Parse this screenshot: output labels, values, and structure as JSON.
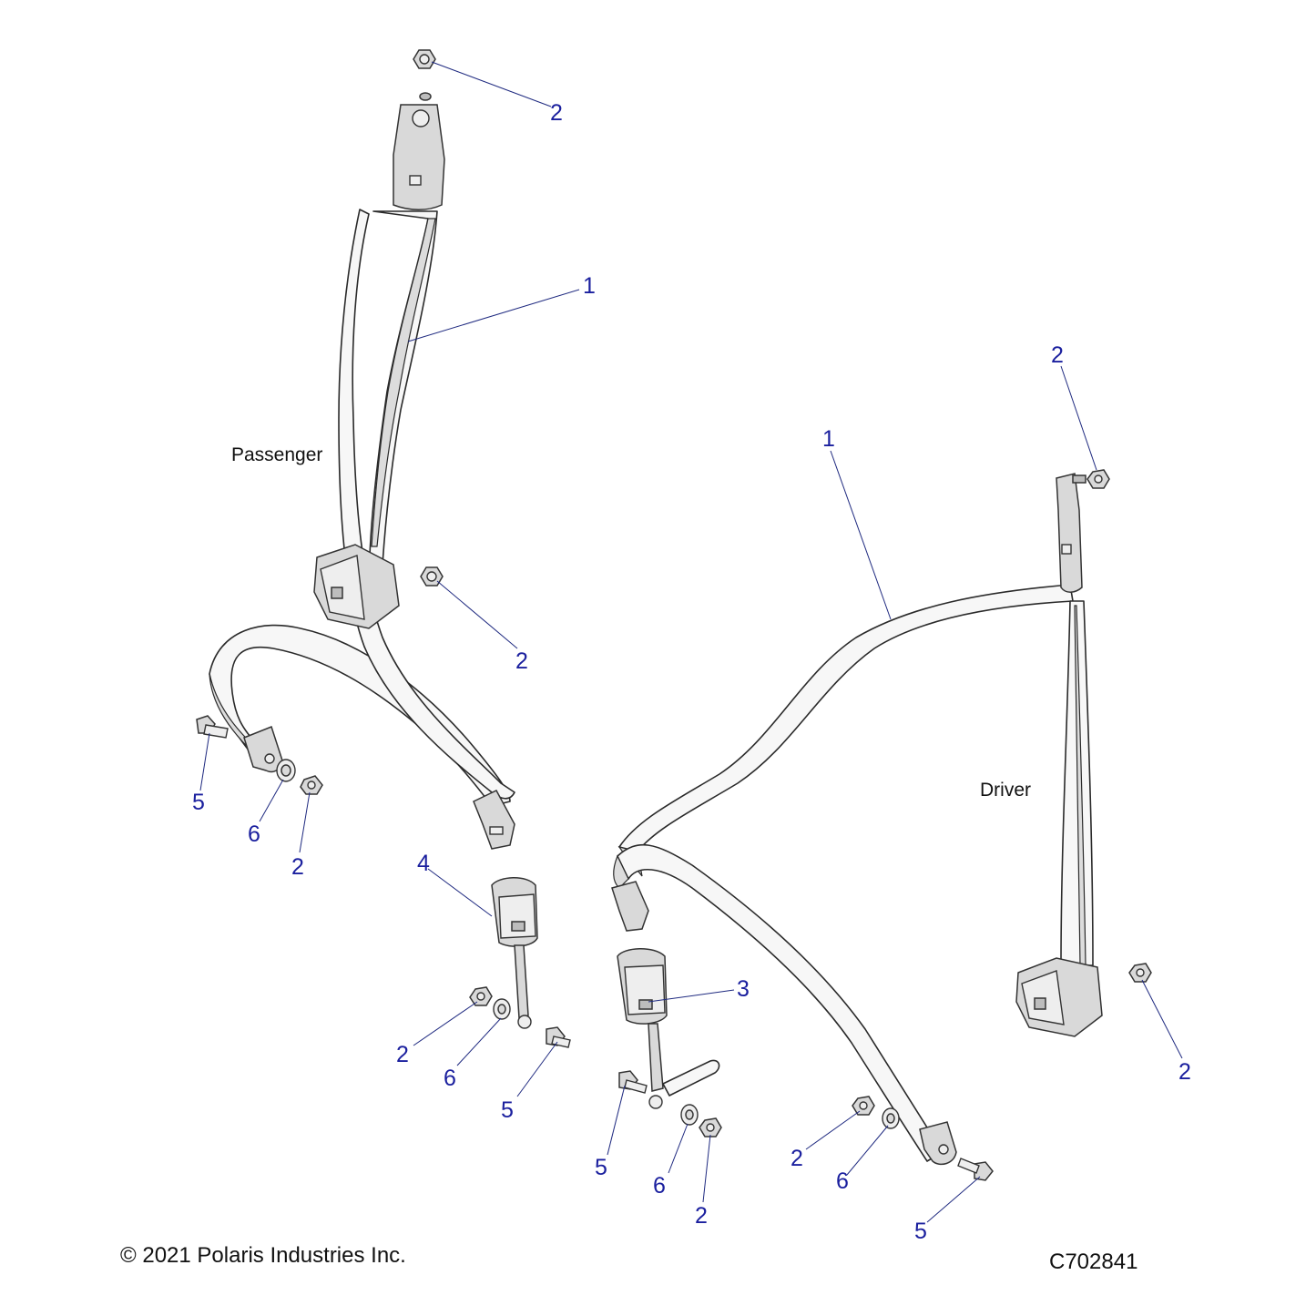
{
  "labels": {
    "passenger": "Passenger",
    "driver": "Driver"
  },
  "footer": {
    "copyright": "© 2021 Polaris Industries Inc.",
    "diagram_id": "C702841"
  },
  "callouts": [
    {
      "id": "c-2-top",
      "text": "2"
    },
    {
      "id": "c-1-pass",
      "text": "1"
    },
    {
      "id": "c-2-retract-pass",
      "text": "2"
    },
    {
      "id": "c-5-left",
      "text": "5"
    },
    {
      "id": "c-6-left",
      "text": "6"
    },
    {
      "id": "c-2-left",
      "text": "2"
    },
    {
      "id": "c-4",
      "text": "4"
    },
    {
      "id": "c-2-buckle4",
      "text": "2"
    },
    {
      "id": "c-6-buckle4",
      "text": "6"
    },
    {
      "id": "c-5-buckle4",
      "text": "5"
    },
    {
      "id": "c-3",
      "text": "3"
    },
    {
      "id": "c-5-buckle3",
      "text": "5"
    },
    {
      "id": "c-6-buckle3",
      "text": "6"
    },
    {
      "id": "c-2-buckle3",
      "text": "2"
    },
    {
      "id": "c-2-lower-right",
      "text": "2"
    },
    {
      "id": "c-6-lower-right",
      "text": "6"
    },
    {
      "id": "c-5-lower-right",
      "text": "5"
    },
    {
      "id": "c-1-driver",
      "text": "1"
    },
    {
      "id": "c-2-driver-top",
      "text": "2"
    },
    {
      "id": "c-2-driver-retract",
      "text": "2"
    }
  ]
}
